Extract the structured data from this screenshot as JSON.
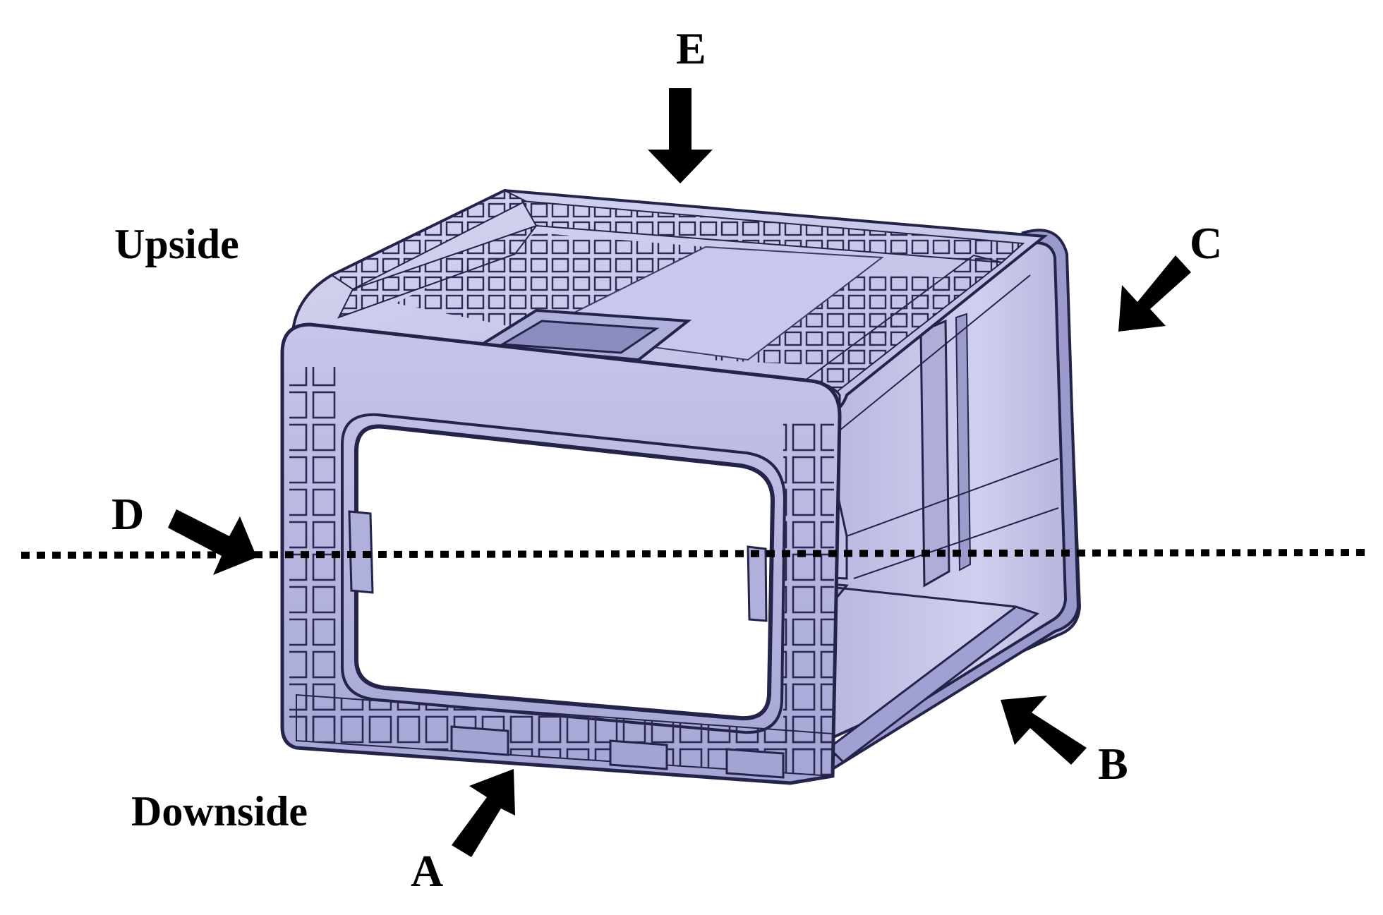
{
  "labels": {
    "upside": "Upside",
    "downside": "Downside",
    "a": "A",
    "b": "B",
    "c": "C",
    "d": "D",
    "e": "E"
  },
  "colors": {
    "part_fill": "#c8c8ea",
    "part_fill_light": "#dcdcf4",
    "part_fill_dark": "#8e8ec2",
    "part_outline": "#24244a",
    "arrow": "#000000",
    "background": "#ffffff"
  },
  "icons": {
    "arrows": "arrow-icon",
    "section_line": "dotted-section-line"
  }
}
